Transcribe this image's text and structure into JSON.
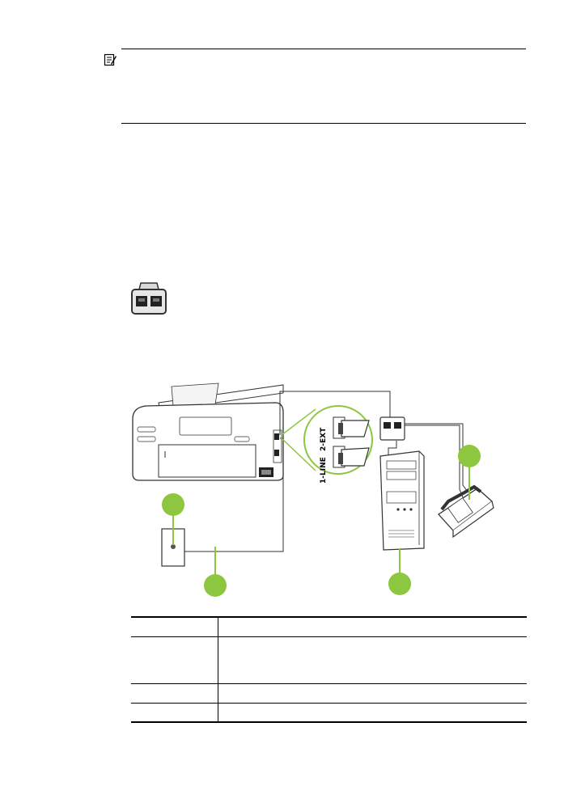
{
  "note": {
    "icon": "note-icon"
  },
  "splitter": {
    "icon": "parallel-splitter-icon"
  },
  "diagram": {
    "port_labels": {
      "line": "1-LINE",
      "ext": "2-EXT"
    },
    "accent_color": "#8dc63f",
    "callout_count": 4
  },
  "table": {
    "rows": [
      {
        "num": "",
        "desc": ""
      },
      {
        "num": "",
        "desc": ""
      },
      {
        "num": "",
        "desc": ""
      },
      {
        "num": "",
        "desc": ""
      }
    ]
  }
}
